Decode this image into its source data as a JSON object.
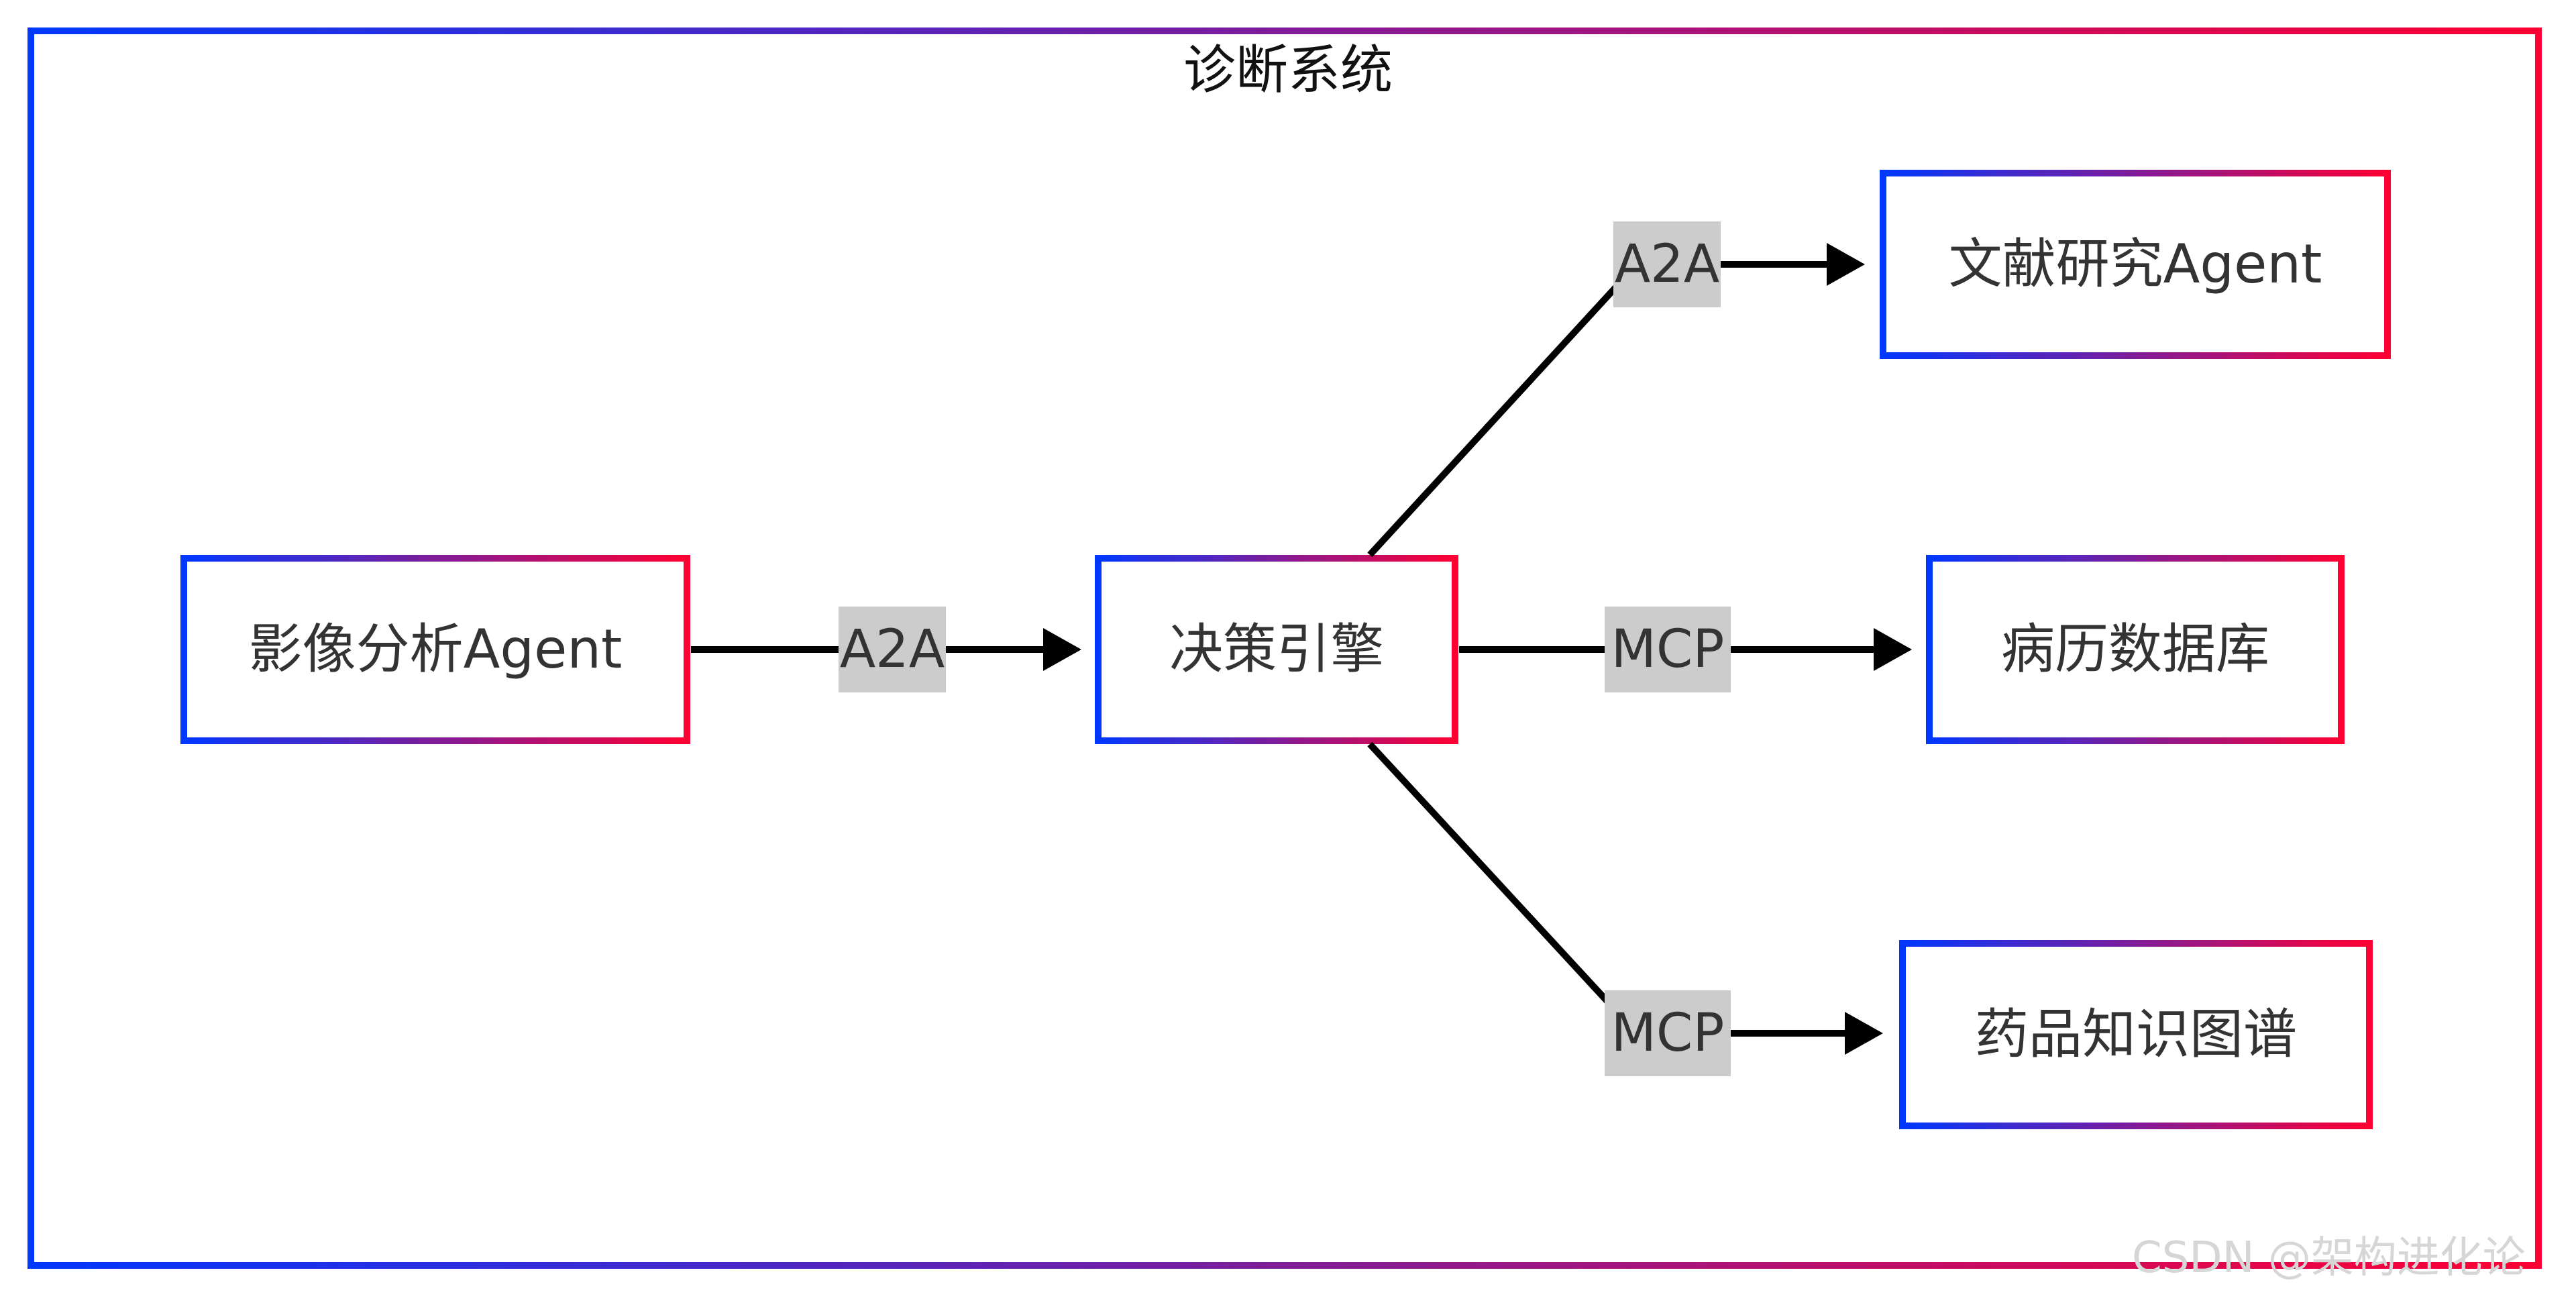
{
  "diagram": {
    "title": "诊断系统",
    "nodes": [
      {
        "id": "imaging",
        "label": "影像分析Agent"
      },
      {
        "id": "decision",
        "label": "决策引擎"
      },
      {
        "id": "literature",
        "label": "文献研究Agent"
      },
      {
        "id": "records",
        "label": "病历数据库"
      },
      {
        "id": "drugs",
        "label": "药品知识图谱"
      }
    ],
    "edges": [
      {
        "from": "imaging",
        "to": "decision",
        "label": "A2A"
      },
      {
        "from": "decision",
        "to": "literature",
        "label": "A2A"
      },
      {
        "from": "decision",
        "to": "records",
        "label": "MCP"
      },
      {
        "from": "decision",
        "to": "drugs",
        "label": "MCP"
      }
    ],
    "colors": {
      "gradient_start": "#0038ff",
      "gradient_end": "#ff0033",
      "edge": "#000000",
      "edge_label_bg": "#cccccc",
      "text": "#333333"
    }
  },
  "watermark": "CSDN @架构进化论"
}
